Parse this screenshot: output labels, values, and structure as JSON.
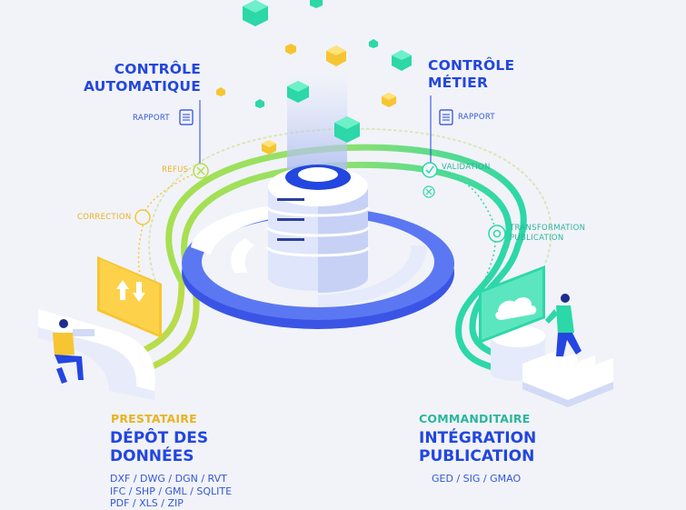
{
  "controle_auto": {
    "line1": "CONTRÔLE",
    "line2": "AUTOMATIQUE"
  },
  "controle_metier": {
    "line1": "CONTRÔLE",
    "line2": "MÉTIER"
  },
  "rapport_left": "RAPPORT",
  "rapport_right": "RAPPORT",
  "refus": "REFUS",
  "correction": "CORRECTION",
  "validation": "VALIDATION",
  "transformation": {
    "line1": "TRANSFORMATION",
    "line2": "PUBLICATION"
  },
  "prestataire": {
    "role": "PRESTATAIRE",
    "line1": "DÉPÔT DES",
    "line2": "DONNÉES",
    "formats": [
      "DXF / DWG / DGN / RVT",
      "IFC / SHP / GML / SQLITE",
      "PDF / XLS / ZIP"
    ]
  },
  "commanditaire": {
    "role": "COMMANDITAIRE",
    "line1": "INTÉGRATION",
    "line2": "PUBLICATION",
    "formats": "GED / SIG / GMAO"
  },
  "colors": {
    "blue": "#2346e0",
    "yellow": "#f7c531",
    "green": "#2cd7a8",
    "lime": "#b9dc4a",
    "teal": "#2cb59b"
  }
}
